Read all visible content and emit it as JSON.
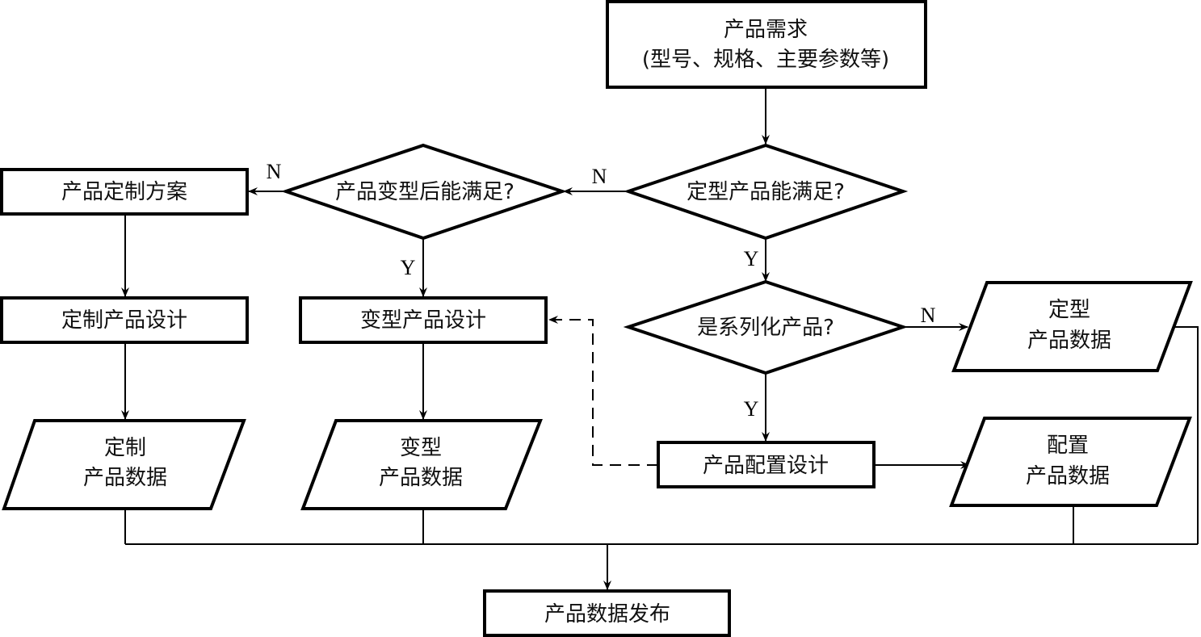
{
  "title": "产品数据配置流程",
  "nodes": {
    "demand": {
      "line1": "产品需求",
      "line2": "(型号、规格、主要参数等)"
    },
    "decision_fixed": {
      "text": "定型产品能满足?"
    },
    "decision_variant": {
      "text": "产品变型后能满足?"
    },
    "decision_series": {
      "text": "是系列化产品?"
    },
    "custom_plan": {
      "text": "产品定制方案"
    },
    "custom_design": {
      "text": "定制产品设计"
    },
    "variant_design": {
      "text": "变型产品设计"
    },
    "config_design": {
      "text": "产品配置设计"
    },
    "custom_data": {
      "line1": "定制",
      "line2": "产品数据"
    },
    "variant_data": {
      "line1": "变型",
      "line2": "产品数据"
    },
    "fixed_data": {
      "line1": "定型",
      "line2": "产品数据"
    },
    "config_data": {
      "line1": "配置",
      "line2": "产品数据"
    },
    "release": {
      "text": "产品数据发布"
    }
  },
  "edge_labels": {
    "fixed_no": "N",
    "fixed_yes": "Y",
    "variant_no": "N",
    "variant_yes": "Y",
    "series_no": "N",
    "series_yes": "Y"
  }
}
